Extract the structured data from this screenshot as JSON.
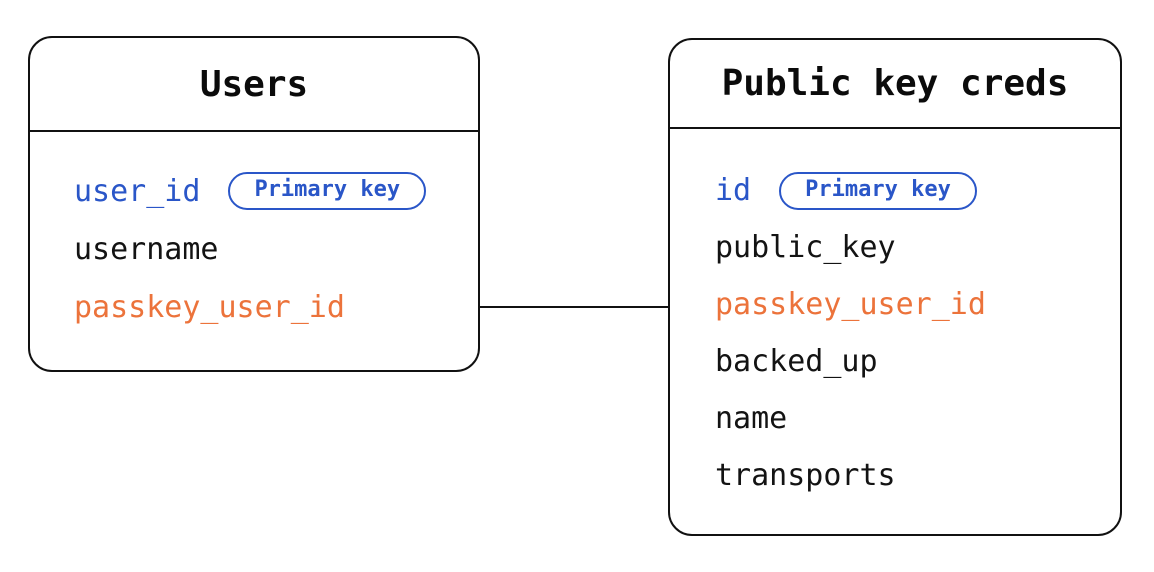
{
  "colors": {
    "primary_blue": "#2a56c8",
    "foreign_orange": "#ec733b",
    "stroke": "#111111",
    "background": "#ffffff"
  },
  "tables": [
    {
      "name": "Users",
      "fields": [
        {
          "name": "user_id",
          "badge": "Primary key"
        },
        {
          "name": "username"
        },
        {
          "name": "passkey_user_id"
        }
      ]
    },
    {
      "name": "Public key creds",
      "fields": [
        {
          "name": "id",
          "badge": "Primary key"
        },
        {
          "name": "public_key"
        },
        {
          "name": "passkey_user_id"
        },
        {
          "name": "backed_up"
        },
        {
          "name": "name"
        },
        {
          "name": "transports"
        }
      ]
    }
  ],
  "relationship": {
    "from_table": "Users",
    "from_field": "passkey_user_id",
    "to_table": "Public key creds",
    "to_field": "passkey_user_id"
  }
}
